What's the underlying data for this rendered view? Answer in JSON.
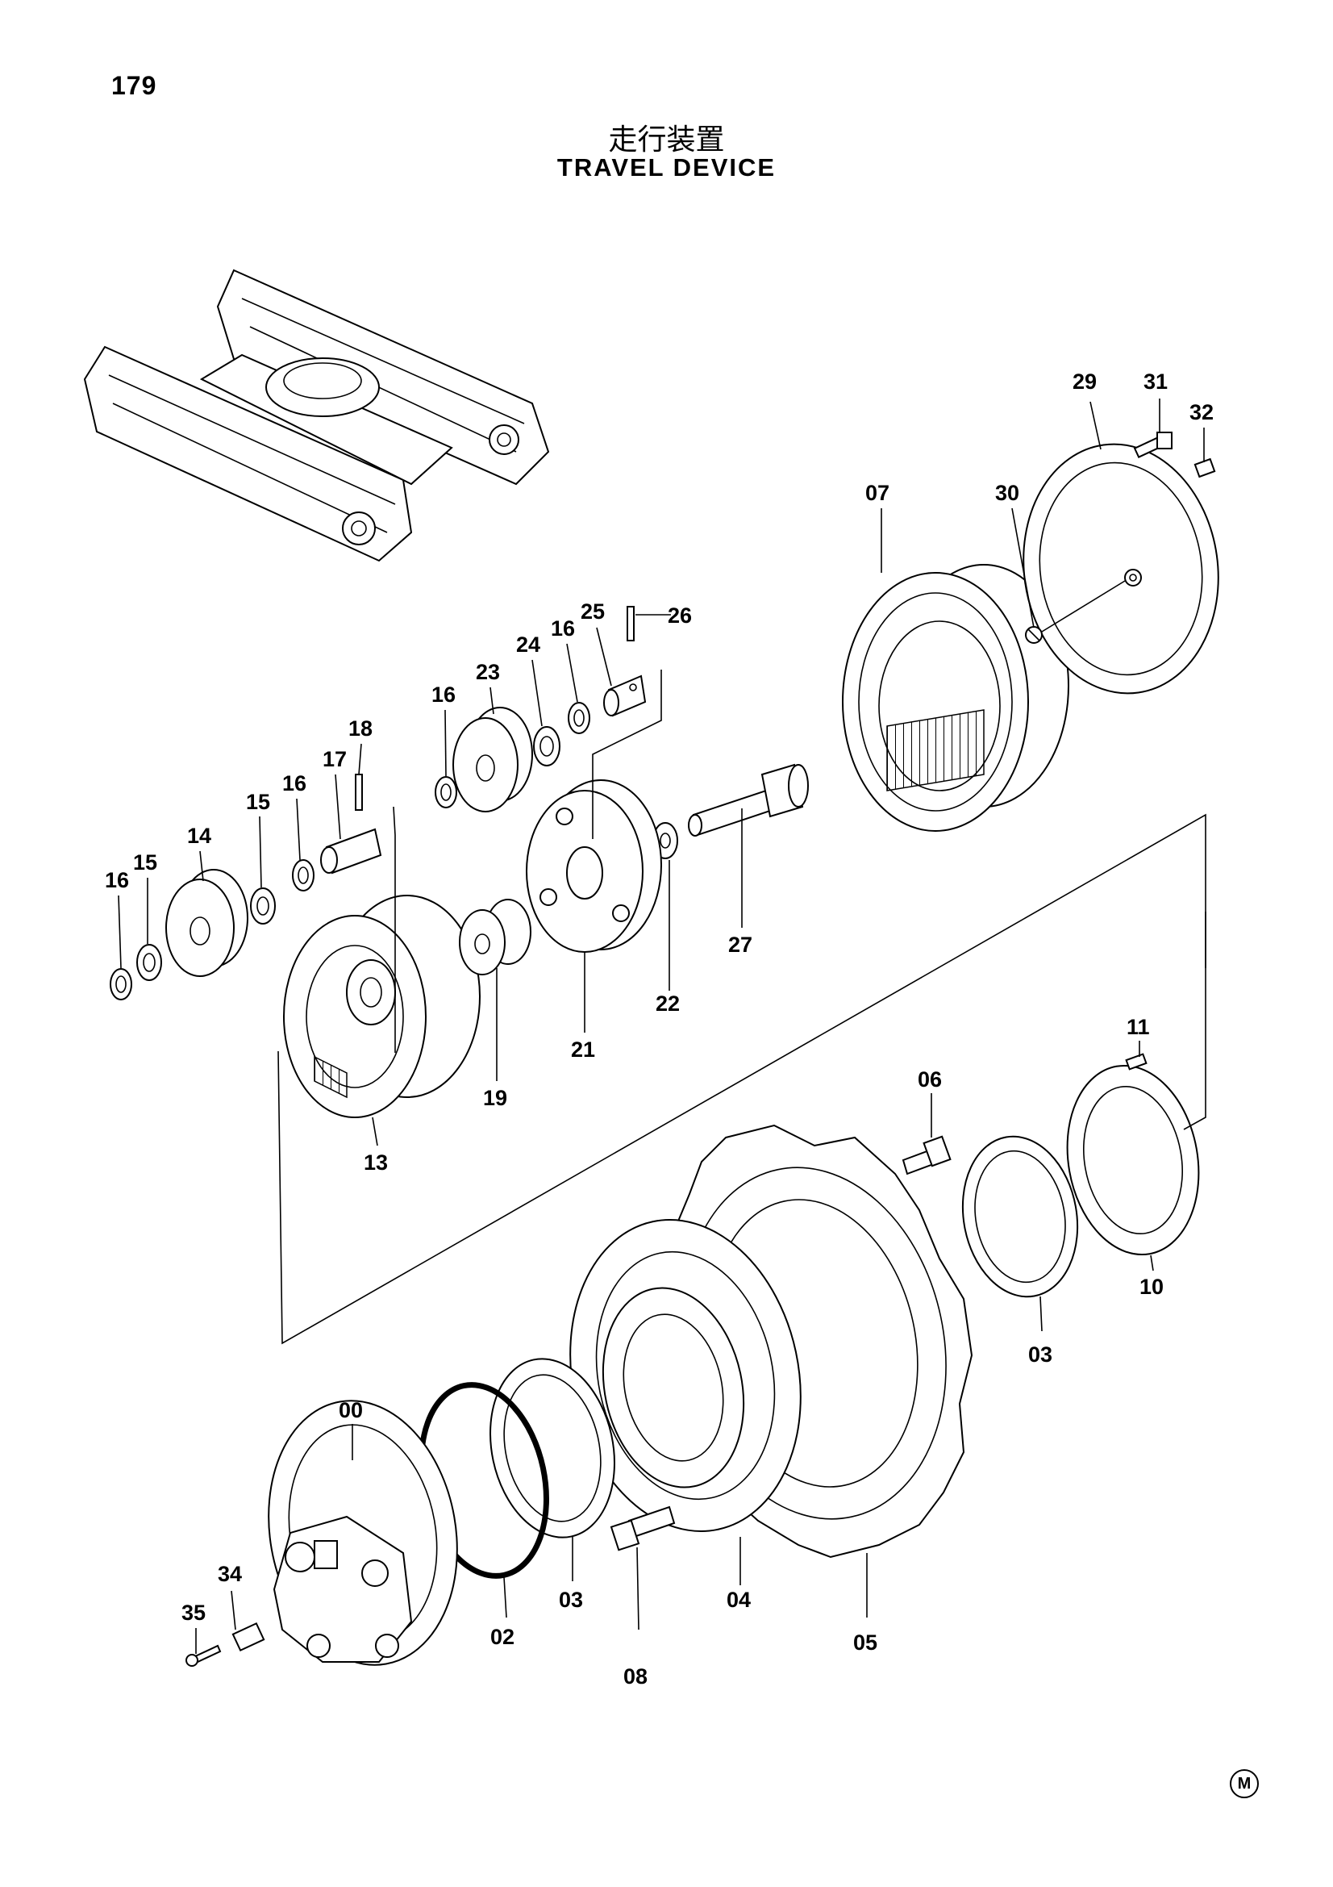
{
  "page_number": "179",
  "title_jp": "走行装置",
  "title_en": "TRAVEL DEVICE",
  "corner_mark": "M",
  "callouts": {
    "p00": "00",
    "p02": "02",
    "p03a": "03",
    "p03b": "03",
    "p04": "04",
    "p05": "05",
    "p06": "06",
    "p07": "07",
    "p08": "08",
    "p10": "10",
    "p11": "11",
    "p13": "13",
    "p14": "14",
    "p15a": "15",
    "p15b": "15",
    "p16a": "16",
    "p16b": "16",
    "p16c": "16",
    "p16d": "16",
    "p17": "17",
    "p18": "18",
    "p19": "19",
    "p21": "21",
    "p22": "22",
    "p23": "23",
    "p24": "24",
    "p25": "25",
    "p26": "26",
    "p27": "27",
    "p29": "29",
    "p30": "30",
    "p31": "31",
    "p32": "32",
    "p34": "34",
    "p35": "35"
  }
}
